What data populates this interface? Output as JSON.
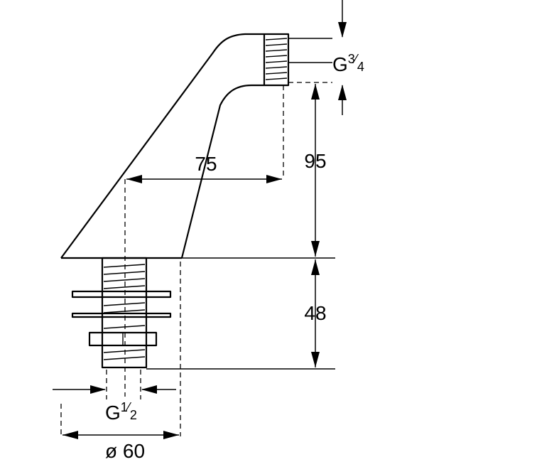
{
  "dimensions": {
    "reach": "75",
    "height_above_base": "95",
    "shank_length": "48",
    "base_diameter": "ø 60",
    "outlet_thread": {
      "prefix": "G",
      "numerator": "3",
      "denominator": "4"
    },
    "inlet_thread": {
      "prefix": "G",
      "numerator": "1",
      "denominator": "2"
    }
  }
}
